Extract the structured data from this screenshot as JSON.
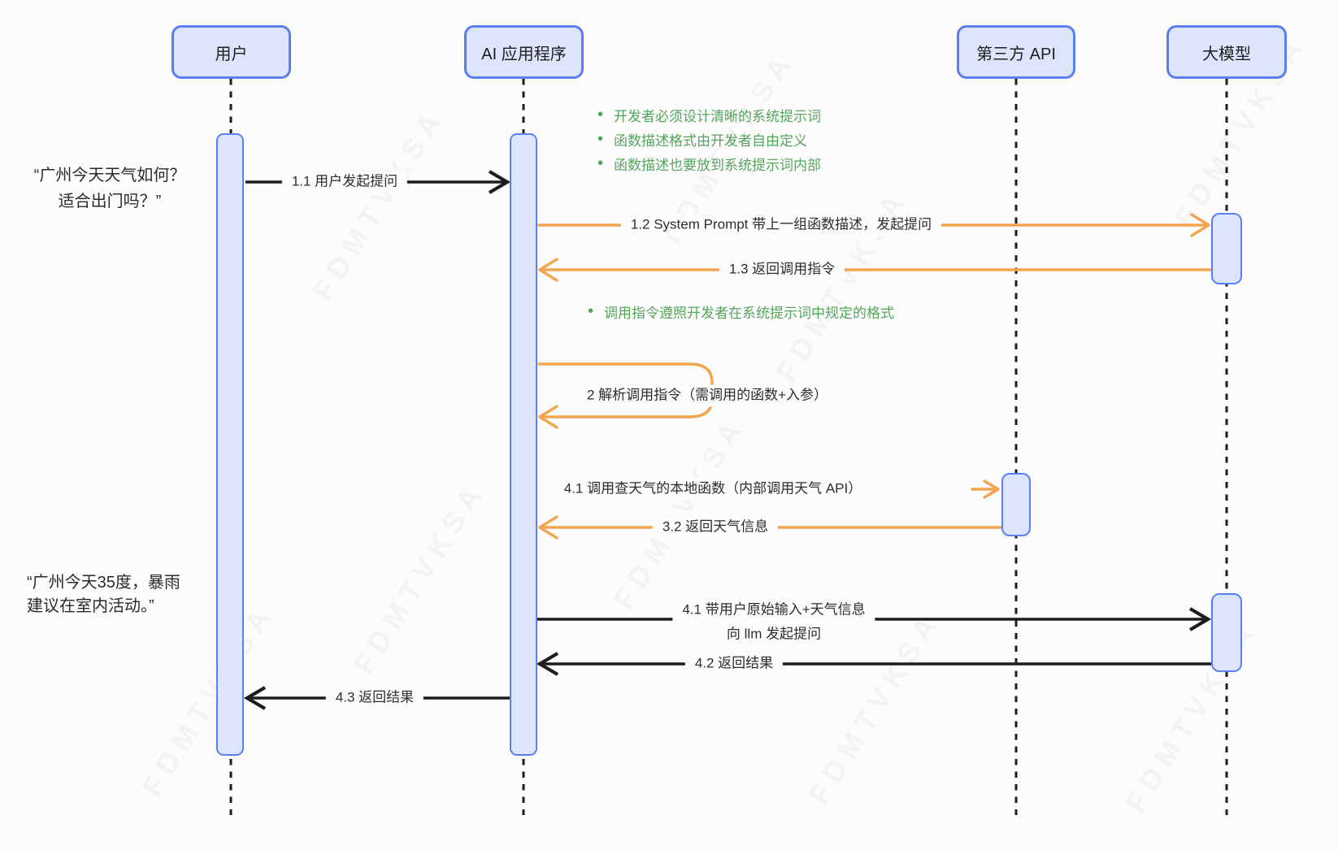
{
  "colors": {
    "background": "#fcfcfc",
    "actor_fill": "#dce5fb",
    "actor_border": "#5b7ef2",
    "arrow_black": "#1c1c1c",
    "arrow_orange": "#f2a54f",
    "note_green": "#55a45c",
    "text": "#2d2d2d"
  },
  "actors": [
    {
      "label": "用户"
    },
    {
      "label": "AI 应用程序"
    },
    {
      "label": "第三方 API"
    },
    {
      "label": "大模型"
    }
  ],
  "quotes": [
    {
      "line1": "“广州今天天气如何？",
      "line2": "适合出门吗？”"
    },
    {
      "line1": "“广州今天35度，暴雨",
      "line2": "建议在室内活动。”"
    }
  ],
  "messages": {
    "m1_1": "1.1 用户发起提问",
    "m1_2": "1.2 System Prompt 带上一组函数描述，发起提问",
    "m1_3": "1.3 返回调用指令",
    "m2": "2 解析调用指令（需调用的函数+入参）",
    "m4_1_local": "4.1 调用查天气的本地函数（内部调用天气 API）",
    "m3_2": "3.2 返回天气信息",
    "m4_1_llm_line1": "4.1 带用户原始输入+天气信息",
    "m4_1_llm_line2": "向 llm 发起提问",
    "m4_2": "4.2 返回结果",
    "m4_3": "4.3 返回结果"
  },
  "notes": {
    "n1": "开发者必须设计清晰的系统提示词",
    "n2": "函数描述格式由开发者自由定义",
    "n3": "函数描述也要放到系统提示词内部",
    "n4": "调用指令遵照开发者在系统提示词中规定的格式"
  },
  "watermark": "FDMTVKSA"
}
